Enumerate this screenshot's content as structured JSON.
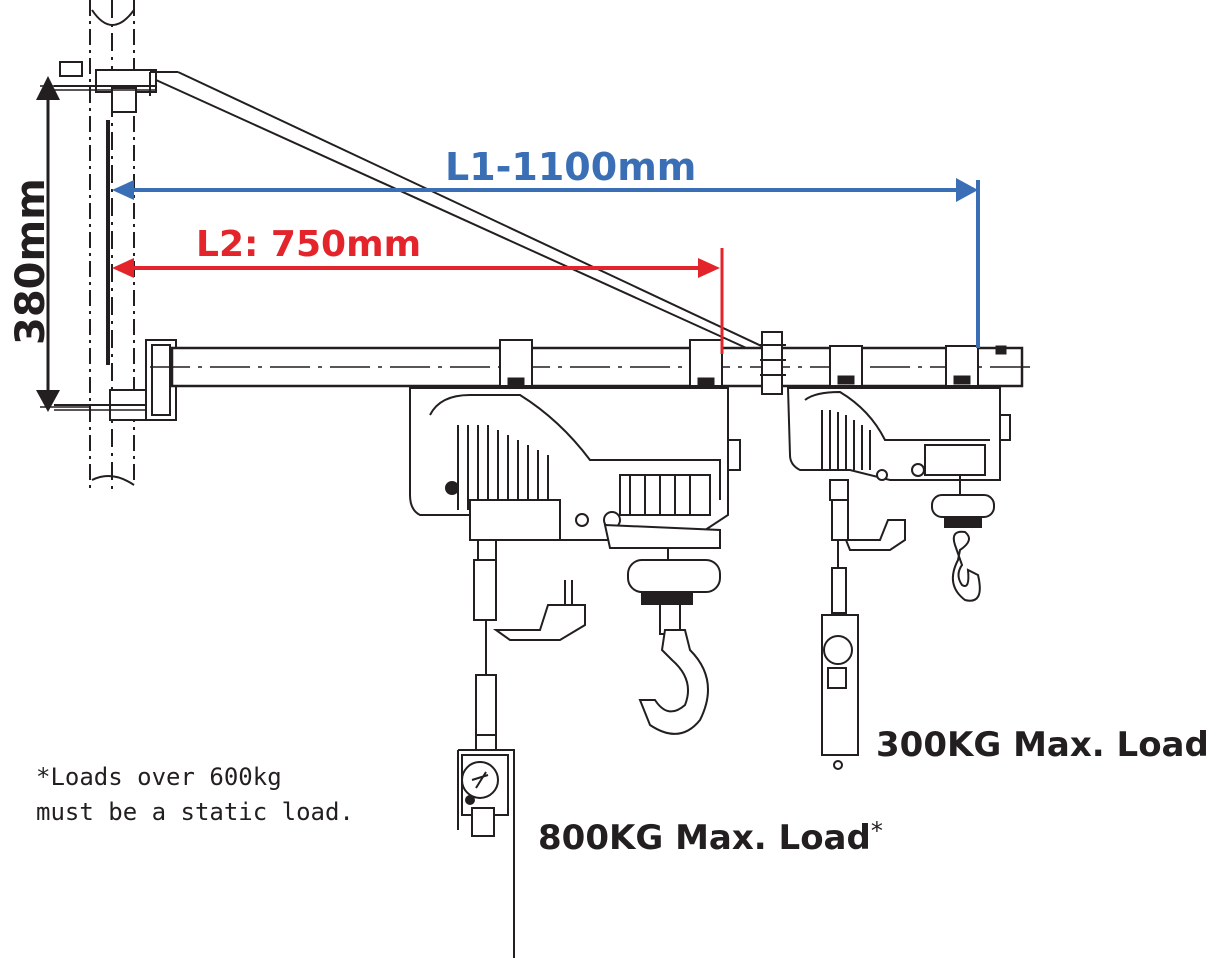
{
  "dimensions": {
    "l1": {
      "label": "L1-1100mm",
      "color": "#3a6fb5"
    },
    "l2": {
      "label": "L2: 750mm",
      "color": "#e3242b"
    },
    "height": {
      "label": "380mm",
      "color": "#231f20"
    }
  },
  "loads": {
    "small_hoist": {
      "label": "300KG Max. Load"
    },
    "large_hoist": {
      "label": "800KG Max. Load",
      "asterisk": "*"
    }
  },
  "note": {
    "line1": "*Loads over 600kg",
    "line2": "must be a static load."
  },
  "icons": [
    "hoist-large-icon",
    "hoist-small-icon",
    "hook-icon",
    "pendant-control-icon",
    "mounting-pole-icon",
    "boom-arm-icon"
  ]
}
